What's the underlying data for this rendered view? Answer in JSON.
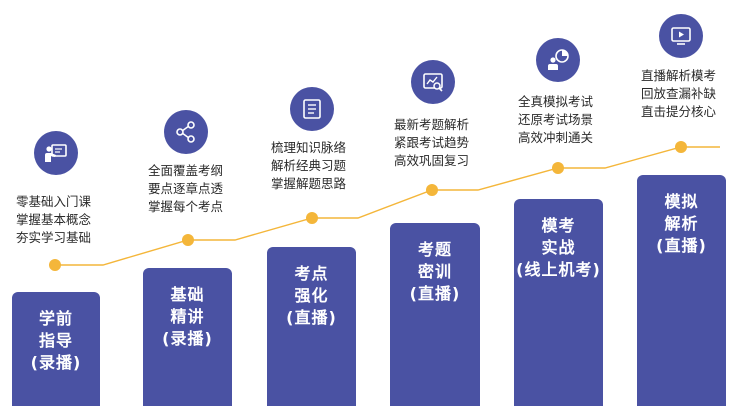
{
  "colors": {
    "bar": "#4a52a3",
    "line": "#f4b63a",
    "icon_bg": "#4a52a3",
    "text": "#2a2a2a",
    "on_bar": "#ffffff"
  },
  "steps": [
    {
      "icon": "lecture-screen-icon",
      "desc": "零基础入门课\n掌握基本概念\n夯实学习基础",
      "bar_label": "学前\n指导\n(录播)"
    },
    {
      "icon": "share-nodes-icon",
      "desc": "全面覆盖考纲\n要点逐章点透\n掌握每个考点",
      "bar_label": "基础\n精讲\n(录播)"
    },
    {
      "icon": "book-icon",
      "desc": "梳理知识脉络\n解析经典习题\n掌握解题思路",
      "bar_label": "考点\n强化\n(直播)"
    },
    {
      "icon": "chart-search-icon",
      "desc": "最新考题解析\n紧跟考试趋势\n高效巩固复习",
      "bar_label": "考题\n密训\n(直播)"
    },
    {
      "icon": "learner-chart-icon",
      "desc": "全真模拟考试\n还原考试场景\n高效冲刺通关",
      "bar_label": "模考\n实战\n(线上机考)"
    },
    {
      "icon": "video-play-icon",
      "desc": "直播解析模考\n回放查漏补缺\n直击提分核心",
      "bar_label": "模拟\n解析\n(直播)"
    }
  ]
}
